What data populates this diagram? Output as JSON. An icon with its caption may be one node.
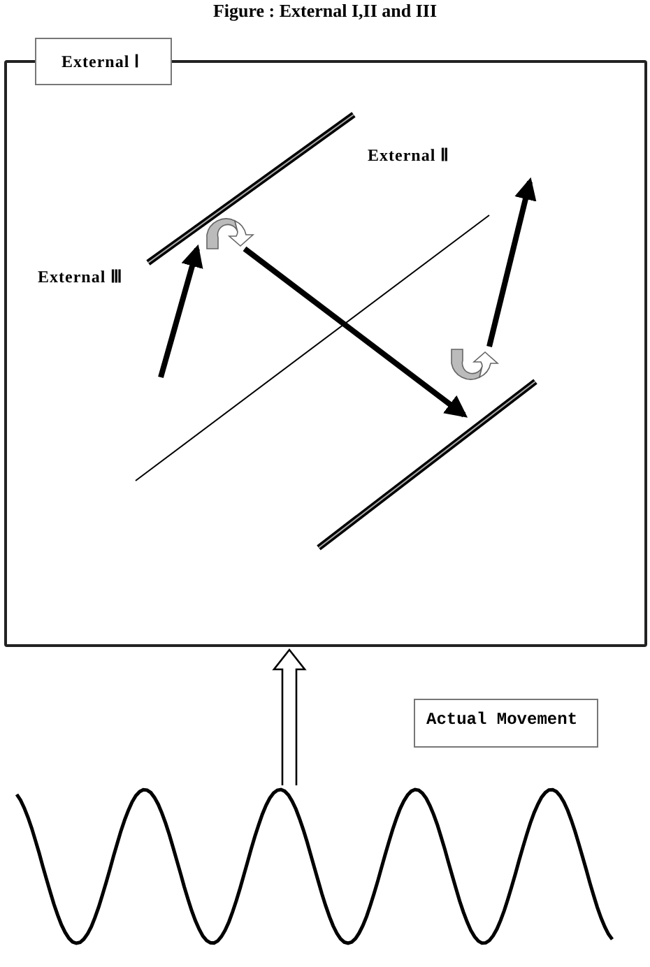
{
  "diagram": {
    "title": "Figure : External I,II and III",
    "nodes": [
      {
        "text": [
          "External Ⅰ"
        ]
      },
      {
        "text": [
          "Actual Movement"
        ]
      },
      {
        "text": [],
        "shape": "picture"
      }
    ],
    "edges": [
      {
        "from": 2,
        "to": 0,
        "arrow": "to"
      }
    ],
    "labels": [
      "External Ⅱ",
      "External Ⅲ"
    ]
  }
}
